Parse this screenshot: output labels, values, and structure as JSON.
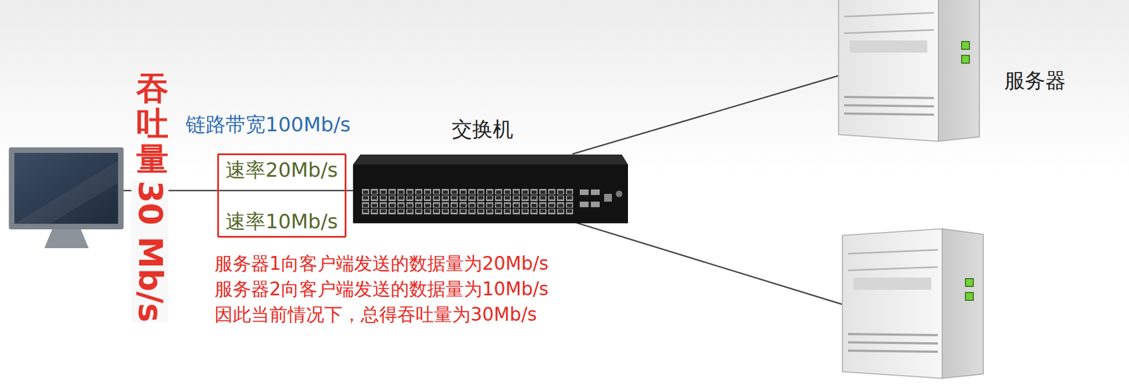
{
  "diagram": {
    "nodes": [
      {
        "text": [
          "速率20Mb/s",
          "速率10Mb/s"
        ]
      }
    ],
    "labels": [
      "吞吐量",
      "30 Mb/s",
      "链路带宽100Mb/s",
      "交换机",
      "服务器",
      "服务器1向客户端发送的数据量为20Mb/s",
      "服务器2向客户端发送的数据量为10Mb/s",
      "因此当前情况下，总得吞吐量为30Mb/s"
    ]
  }
}
